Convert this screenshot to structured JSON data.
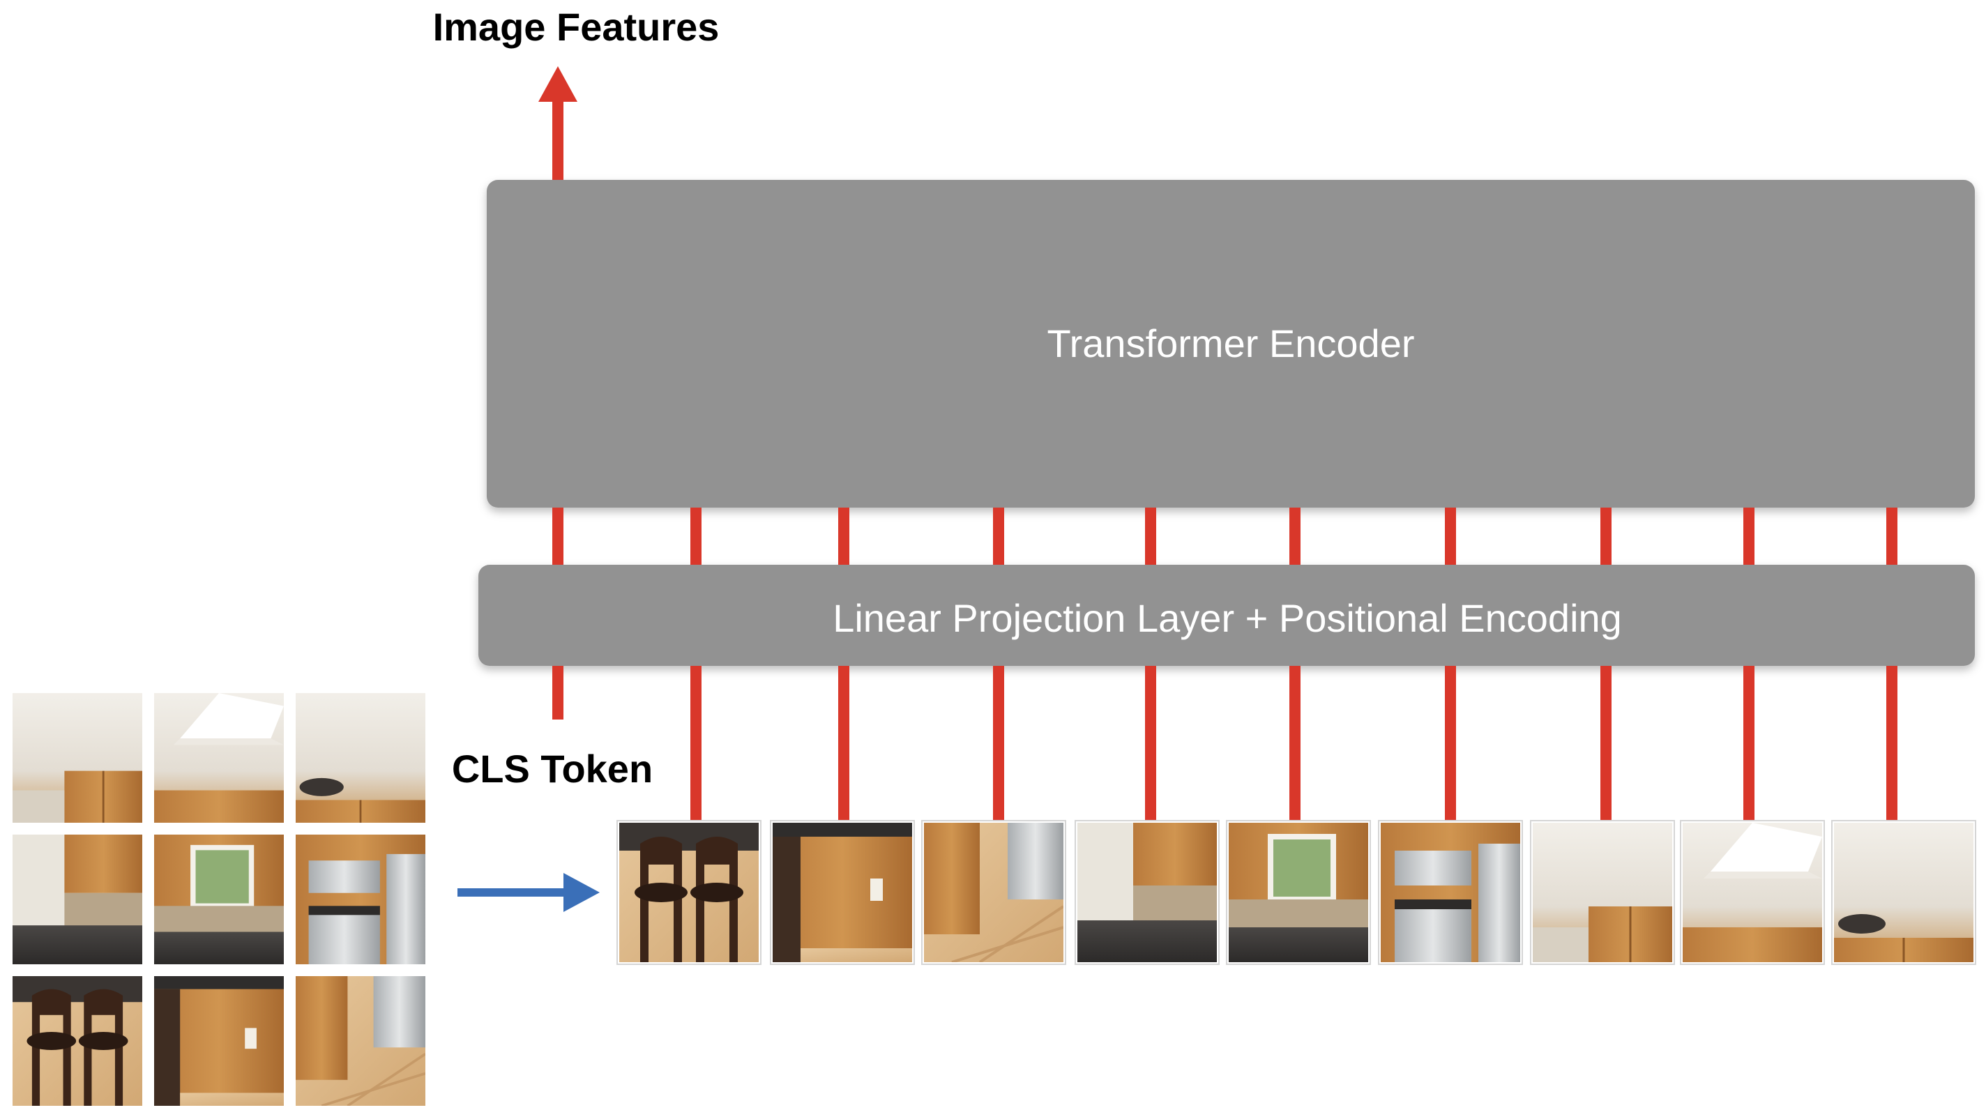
{
  "labels": {
    "output": "Image Features",
    "encoder": "Transformer Encoder",
    "projection": "Linear Projection Layer + Positional Encoding",
    "cls_token": "CLS Token"
  },
  "grid": {
    "rows": 3,
    "cols": 3
  },
  "patch_sequence_length": 9,
  "colors": {
    "block_fill": "#929292",
    "block_text": "#ffffff",
    "red_arrow": "#d9372a",
    "blue_arrow": "#3a6fb8",
    "title_text": "#000000"
  }
}
